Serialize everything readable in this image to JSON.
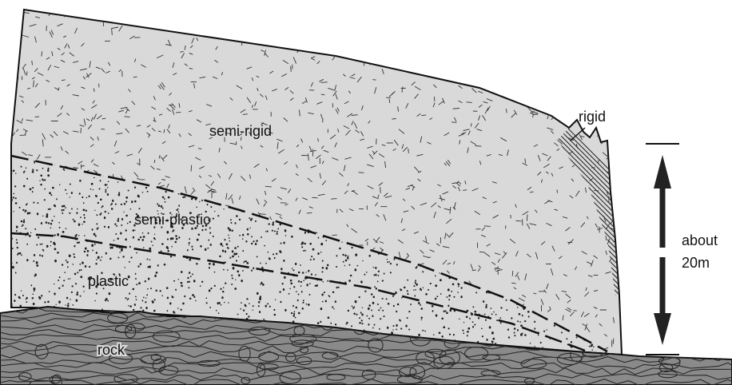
{
  "diagram": {
    "labels": {
      "semi_rigid": "semi-rigid",
      "semi_plastic": "semi-plastic",
      "plastic": "plastic",
      "rock": "rock",
      "rigid": "rigid",
      "height_line1": "about",
      "height_line2": "20m"
    },
    "colors": {
      "glacier_fill": "#d9d9d9",
      "rock_fill": "#8a8a8a",
      "rock_line": "#2a2a2a",
      "outline": "#111111",
      "background": "#ffffff"
    }
  }
}
